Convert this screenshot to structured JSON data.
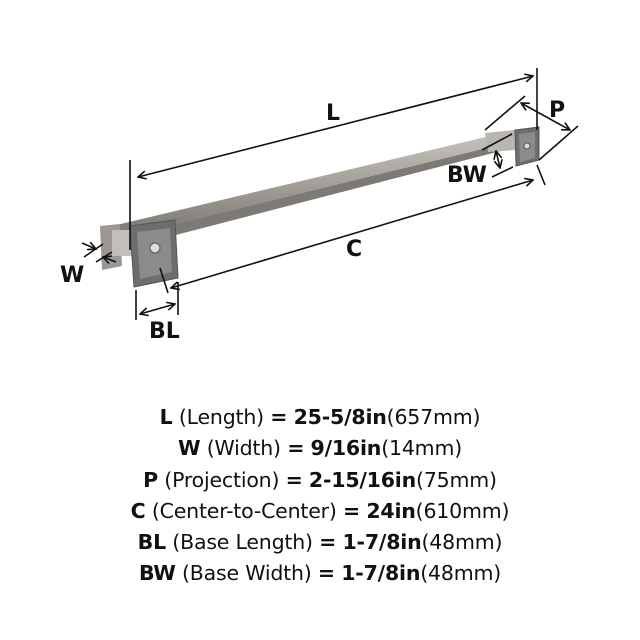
{
  "diagram_labels": {
    "L": "L",
    "C": "C",
    "P": "P",
    "W": "W",
    "BL": "BL",
    "BW": "BW"
  },
  "colors": {
    "finish": "#8f8b86",
    "plate": "#6e6d6c",
    "text": "#111111"
  },
  "specs": [
    {
      "code": "L",
      "name": "(Length)",
      "eq": "=",
      "imperial": "25-5/8in",
      "metric": "(657mm)"
    },
    {
      "code": "W",
      "name": "(Width)",
      "eq": "=",
      "imperial": "9/16in",
      "metric": "(14mm)"
    },
    {
      "code": "P",
      "name": "(Projection)",
      "eq": "=",
      "imperial": "2-15/16in",
      "metric": "(75mm)"
    },
    {
      "code": "C",
      "name": "(Center-to-Center)",
      "eq": "=",
      "imperial": "24in",
      "metric": "(610mm)"
    },
    {
      "code": "BL",
      "name": "(Base Length)",
      "eq": "=",
      "imperial": "1-7/8in",
      "metric": "(48mm)"
    },
    {
      "code": "BW",
      "name": "(Base Width)",
      "eq": "=",
      "imperial": "1-7/8in",
      "metric": "(48mm)"
    }
  ]
}
